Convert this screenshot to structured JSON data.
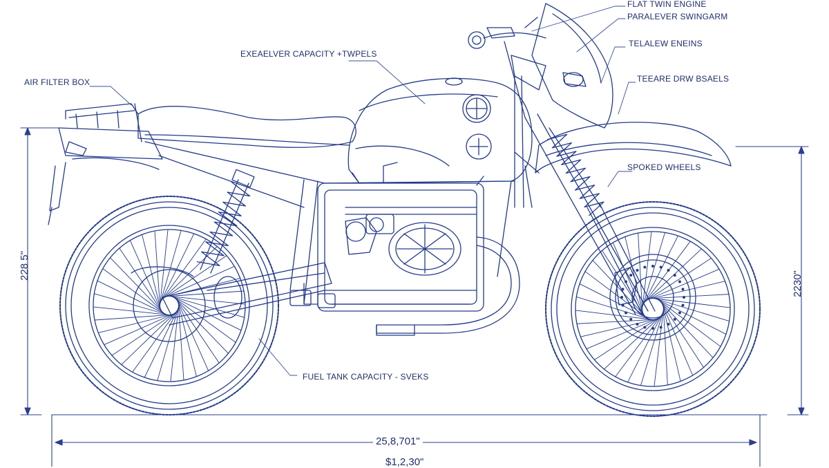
{
  "colors": {
    "ink": "#233a8a",
    "light_ink": "#5a6fb5",
    "background": "#ffffff"
  },
  "labels": {
    "flat_twin": "FLAT TWIN ENGINE",
    "paralever": "PARALEVER SWINGARM",
    "exhaust_capacity": "EXEAELVER CAPACITY +TWPELS",
    "telalew": "TELALEW ENEINS",
    "air_filter": "AIR FILTER BOX",
    "teeare": "TEEARE DRW BSAELS",
    "spoked_wheels": "SPOKED WHEELS",
    "fuel_tank": "FUEL TANK CAPACITY - SVEKS"
  },
  "dimensions": {
    "left_height": "228 5\"",
    "right_height": "2230\"",
    "length_upper": "25,8,701\"",
    "length_lower": "$1,2,30\""
  }
}
